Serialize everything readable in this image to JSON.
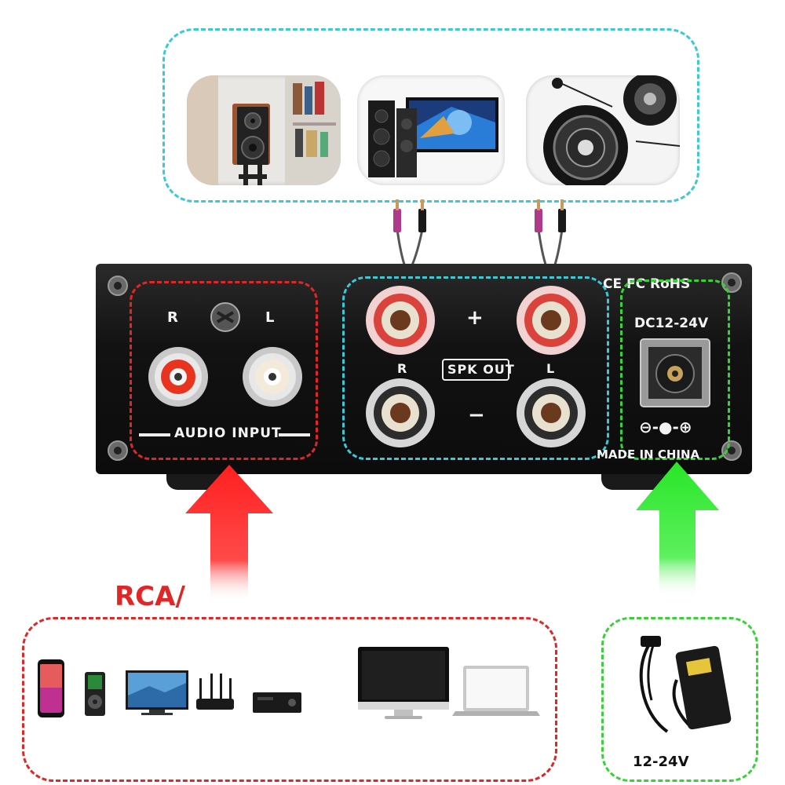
{
  "colors": {
    "cyan_outline": "#3cc9d6",
    "red_outline": "#e02727",
    "green_outline": "#38d238",
    "red_arrow": "#ff1f1f",
    "green_arrow": "#28e628",
    "amp_body": "#141414",
    "panel_text": "#f4f4f4"
  },
  "speakers": {
    "photos": [
      {
        "subject": "bookshelf-speaker"
      },
      {
        "subject": "tower-speakers-tv"
      },
      {
        "subject": "ceiling-speakers"
      }
    ]
  },
  "amplifier": {
    "audio_input": {
      "right_label": "R",
      "left_label": "L",
      "section_label": "AUDIO INPUT"
    },
    "speaker_output": {
      "plus_label": "+",
      "minus_label": "−",
      "right_label": "R",
      "left_label": "L",
      "section_label": "SPK OUT"
    },
    "power": {
      "certifications": "CE FC RoHS",
      "voltage_label": "DC12-24V",
      "polarity_symbol": "⊖-●-⊕",
      "origin_label": "MADE IN CHINA"
    }
  },
  "sources": {
    "heading": "RCA/",
    "devices": [
      "smartphone",
      "mp3-player",
      "tv",
      "router",
      "cd-player",
      "desktop-monitor",
      "laptop"
    ]
  },
  "power_adapter": {
    "voltage_label": "12-24V"
  }
}
